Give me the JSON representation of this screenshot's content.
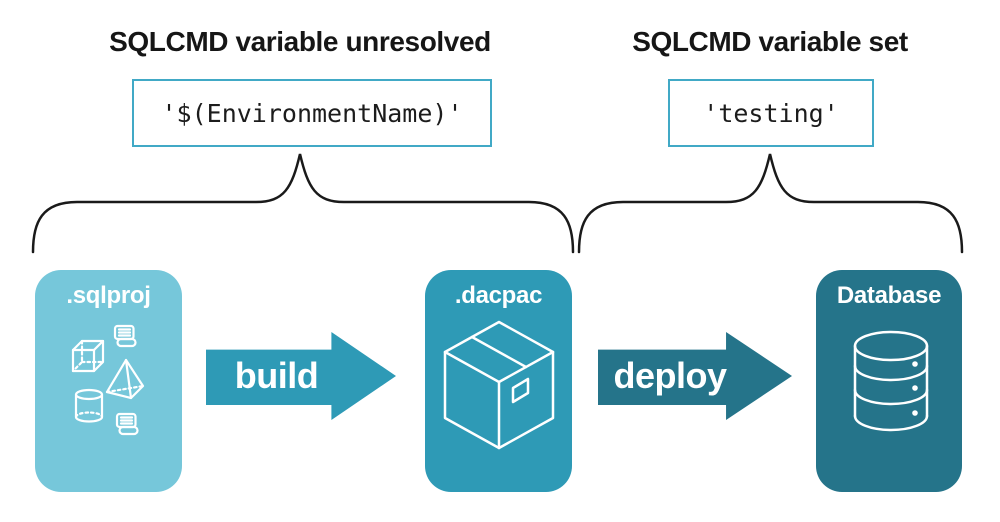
{
  "diagram": {
    "annotations": [
      {
        "title": "SQLCMD variable unresolved",
        "value": "'$(EnvironmentName)'"
      },
      {
        "title": "SQLCMD variable set",
        "value": "'testing'"
      }
    ],
    "nodes": [
      {
        "label": ".sqlproj",
        "color": "#76c7da",
        "icon": "sql-objects-icon"
      },
      {
        "label": ".dacpac",
        "color": "#2e9ab6",
        "icon": "package-icon"
      },
      {
        "label": "Database",
        "color": "#25748a",
        "icon": "database-icon"
      }
    ],
    "arrows": [
      {
        "label": "build",
        "color": "#2e9ab6"
      },
      {
        "label": "deploy",
        "color": "#25748a"
      }
    ],
    "colors": {
      "background": "#ffffff",
      "code_box_border": "#41a9c6",
      "heading_text": "#161616",
      "code_text": "#1c1c1c",
      "brace_stroke": "#1a1a1a",
      "icon_stroke": "#ffffff"
    }
  }
}
